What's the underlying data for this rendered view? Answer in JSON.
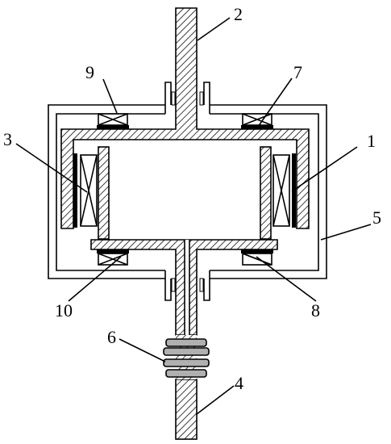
{
  "labels": {
    "l1": "1",
    "l2": "2",
    "l3": "3",
    "l4": "4",
    "l5": "5",
    "l6": "6",
    "l7": "7",
    "l8": "8",
    "l9": "9",
    "l10": "10"
  },
  "colors": {
    "stroke": "#000000",
    "background": "#ffffff",
    "hatch": "#000000"
  }
}
